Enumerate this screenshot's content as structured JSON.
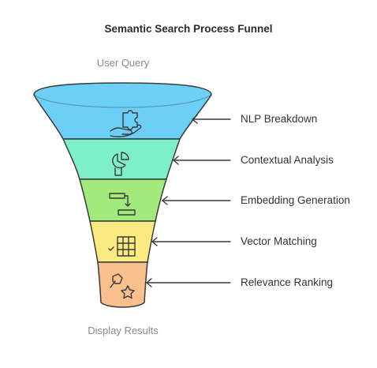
{
  "title": "Semantic Search Process Funnel",
  "top_label": "User Query",
  "bottom_label": "Display Results",
  "stages": [
    {
      "label": "NLP Breakdown",
      "color": "#6ccff6",
      "icon": "puzzle-hand-icon"
    },
    {
      "label": "Contextual Analysis",
      "color": "#7ef0c5",
      "icon": "pie-chart-bulb-icon"
    },
    {
      "label": "Embedding Generation",
      "color": "#a3ea7d",
      "icon": "flow-arrow-icon"
    },
    {
      "label": "Vector Matching",
      "color": "#fbe982",
      "icon": "table-check-icon"
    },
    {
      "label": "Relevance Ranking",
      "color": "#f9bf8c",
      "icon": "thumbtack-star-icon"
    }
  ],
  "colors": {
    "outline": "#3a3a3a",
    "text": "#333333",
    "muted": "#8a8a8a"
  }
}
